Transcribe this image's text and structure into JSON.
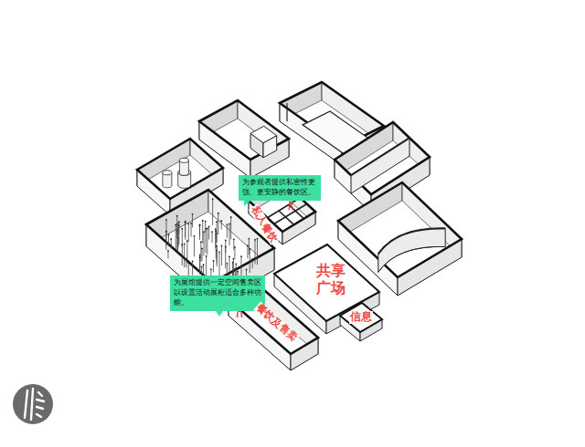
{
  "diagram": {
    "nodes": [
      {
        "text": [
          "为参观者提供私密性更强、更安静的餐饮区。"
        ]
      },
      {
        "text": [
          "为展馆提供一定空间售卖区以设置活动展柜适合多种功能。"
        ]
      }
    ],
    "labels": [
      "私人餐饮",
      "共享广场",
      "信息",
      "餐饮及售卖"
    ]
  }
}
